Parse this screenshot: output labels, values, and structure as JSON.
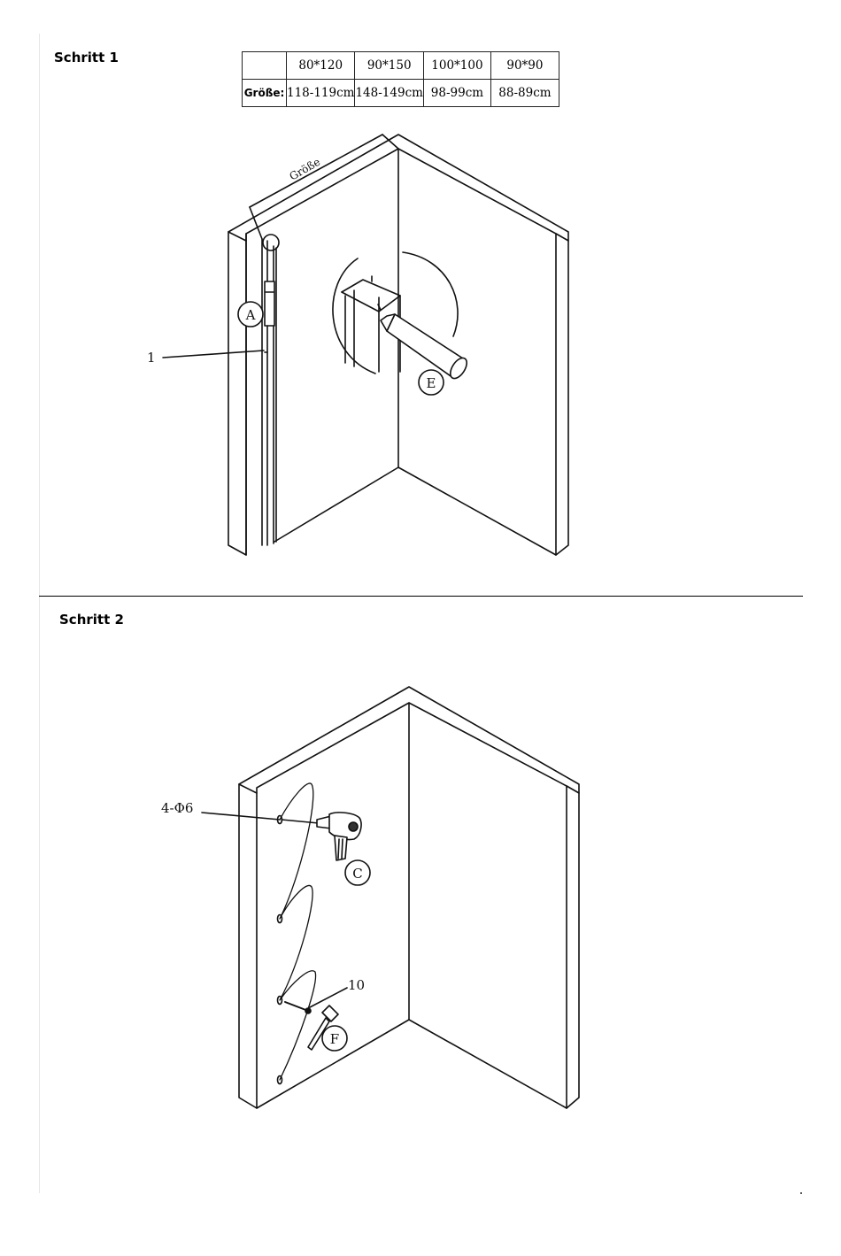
{
  "step1": {
    "title": "Schritt 1",
    "size_table": {
      "row_label": "Größe:",
      "columns": [
        {
          "model": "80*120",
          "size": "118-119cm"
        },
        {
          "model": "90*150",
          "size": "148-149cm"
        },
        {
          "model": "100*100",
          "size": "98-99cm"
        },
        {
          "model": "90*90",
          "size": "88-89cm"
        }
      ]
    },
    "figure": {
      "dimension_label": "Größe",
      "callout_a": "A",
      "callout_e": "E",
      "part_number": "1"
    }
  },
  "step2": {
    "title": "Schritt 2",
    "figure": {
      "hole_label": "4-Φ6",
      "callout_c": "C",
      "callout_f": "F",
      "part_number": "10"
    }
  }
}
